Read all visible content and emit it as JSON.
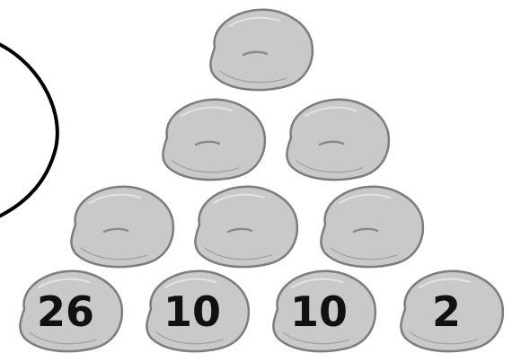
{
  "pyramid": {
    "rows": [
      {
        "stones": [
          {
            "value": ""
          }
        ]
      },
      {
        "stones": [
          {
            "value": ""
          },
          {
            "value": ""
          }
        ]
      },
      {
        "stones": [
          {
            "value": ""
          },
          {
            "value": ""
          },
          {
            "value": ""
          }
        ]
      },
      {
        "stones": [
          {
            "value": "26"
          },
          {
            "value": "10"
          },
          {
            "value": "10"
          },
          {
            "value": "2"
          }
        ]
      }
    ]
  },
  "colors": {
    "stone_fill": "#c9c9c9",
    "stone_outline": "#7d7d7d",
    "label": "#111111",
    "arc": "#000000"
  }
}
